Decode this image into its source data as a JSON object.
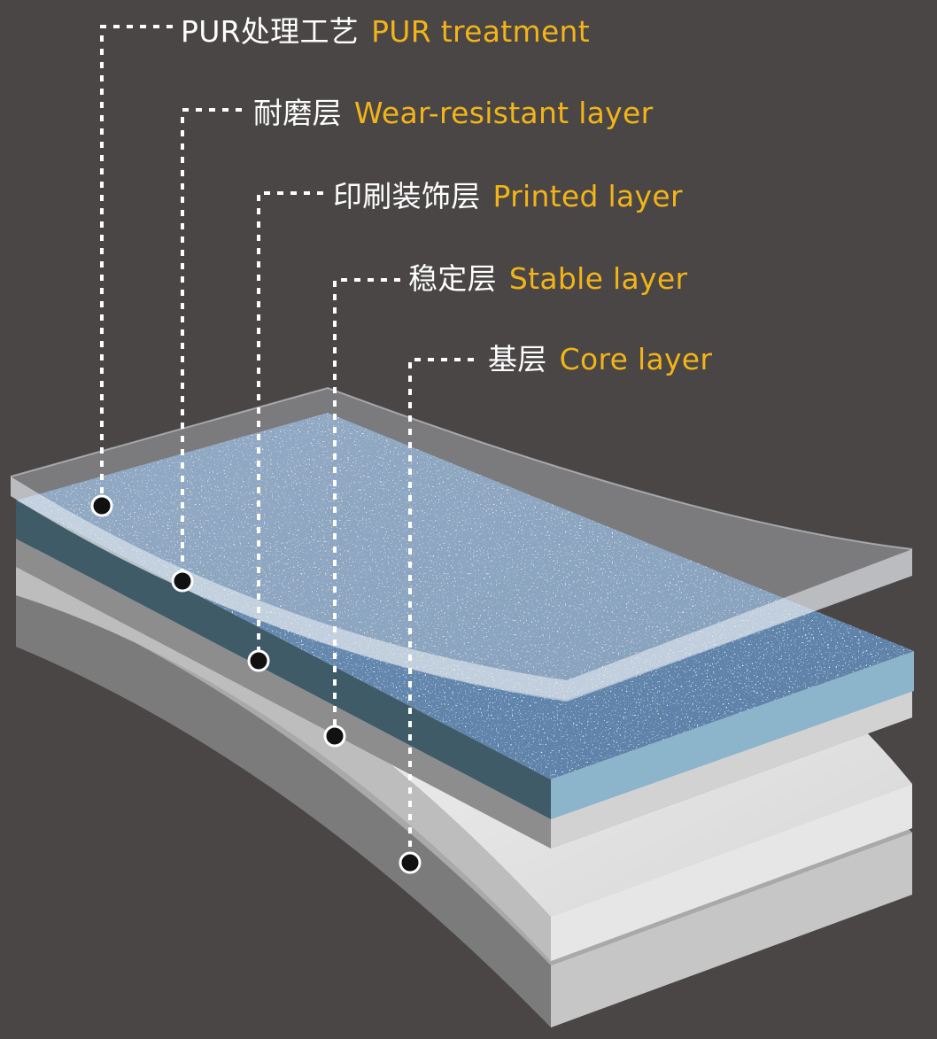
{
  "colors": {
    "background": "#4a4646",
    "label_cn": "#ffffff",
    "label_en": "#f2b417",
    "leader_line": "#ffffff",
    "marker": "#111111"
  },
  "layers": [
    {
      "cn": "PUR处理工艺",
      "en": "PUR treatment"
    },
    {
      "cn": "耐磨层",
      "en": "Wear-resistant layer"
    },
    {
      "cn": "印刷装饰层",
      "en": "Printed layer"
    },
    {
      "cn": "稳定层",
      "en": "Stable layer"
    },
    {
      "cn": "基层",
      "en": "Core layer"
    }
  ]
}
